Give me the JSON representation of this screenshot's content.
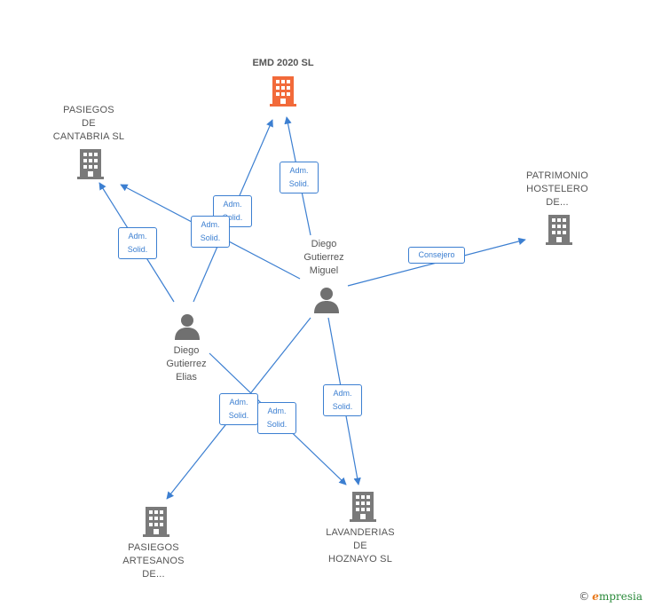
{
  "colors": {
    "edge": "#3c7fd1",
    "company": "#7a7a7a",
    "main_company": "#f26a3a",
    "person": "#707070"
  },
  "nodes": {
    "emd2020": {
      "label": "EMD 2020  SL",
      "icon": "building-icon"
    },
    "pasiegos_cantabria": {
      "label": "PASIEGOS\nDE\nCANTABRIA  SL",
      "icon": "building-icon"
    },
    "patrimonio": {
      "label": "PATRIMONIO\nHOSTELERO\nDE...",
      "icon": "building-icon"
    },
    "diego_miguel": {
      "label": "Diego\nGutierrez\nMiguel",
      "icon": "person-icon"
    },
    "diego_elias": {
      "label": "Diego\nGutierrez\nElias",
      "icon": "person-icon"
    },
    "pasiegos_artesanos": {
      "label": "PASIEGOS\nARTESANOS\nDE...",
      "icon": "building-icon"
    },
    "lavanderias": {
      "label": "LAVANDERIAS\nDE\nHOZNAYO  SL",
      "icon": "building-icon"
    }
  },
  "edges": [
    {
      "label": "Adm.\nSolid."
    },
    {
      "label": "Adm.\nSolid."
    },
    {
      "label": "Adm.\nSolid."
    },
    {
      "label": "Adm.\nSolid."
    },
    {
      "label": "Consejero"
    },
    {
      "label": "Adm.\nSolid."
    },
    {
      "label": "Adm.\nSolid."
    },
    {
      "label": "Adm.\nSolid."
    }
  ],
  "brand": {
    "copyright": "©",
    "name_first": "e",
    "name_rest": "mpresia"
  }
}
